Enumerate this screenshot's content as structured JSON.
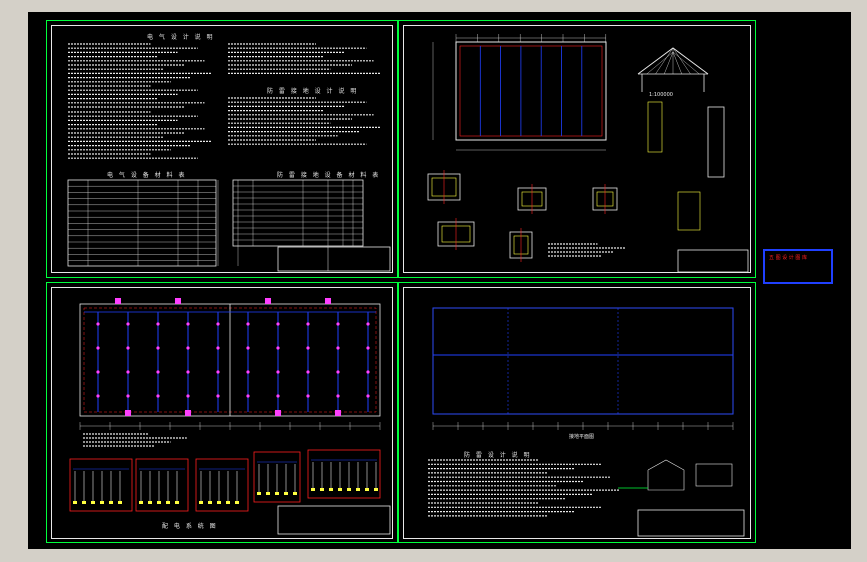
{
  "drawing": {
    "background": "#000000",
    "frame_color": "#00ff3c",
    "border_color": "#e8e8e8",
    "stamp_color": "#ff2020",
    "stamp_border": "#2040ff"
  },
  "stamp": {
    "line1": "五 图 设 计 图 库",
    "line2": "",
    "line3": ""
  },
  "sheets": [
    {
      "id": "notes",
      "title_main": "电 气 设 计 说 明",
      "title_sub": "防 雷 接 地 设 计 说 明",
      "title_table1": "电 气 设 备 材 料 表",
      "title_table2": "防 雷 接 地 设 备 材 料 表"
    },
    {
      "id": "roof",
      "note": "1:100000"
    },
    {
      "id": "lighting",
      "title": "配 电 系 统 图"
    },
    {
      "id": "grounding",
      "title": "防 雷 设 计 说 明",
      "caption": "接地平面图"
    }
  ]
}
